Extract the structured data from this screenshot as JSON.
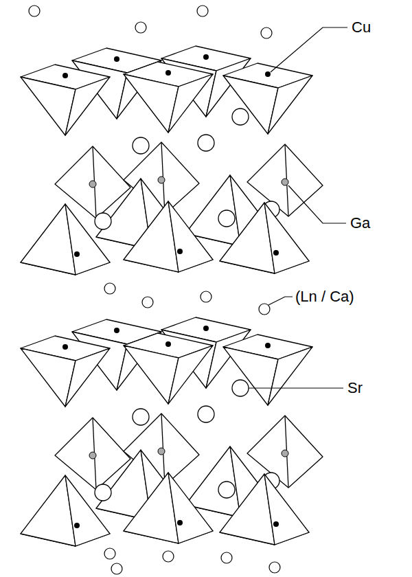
{
  "diagram": {
    "labels": [
      "Cu",
      "Ga",
      "(Ln / Ca)",
      "Sr"
    ]
  }
}
